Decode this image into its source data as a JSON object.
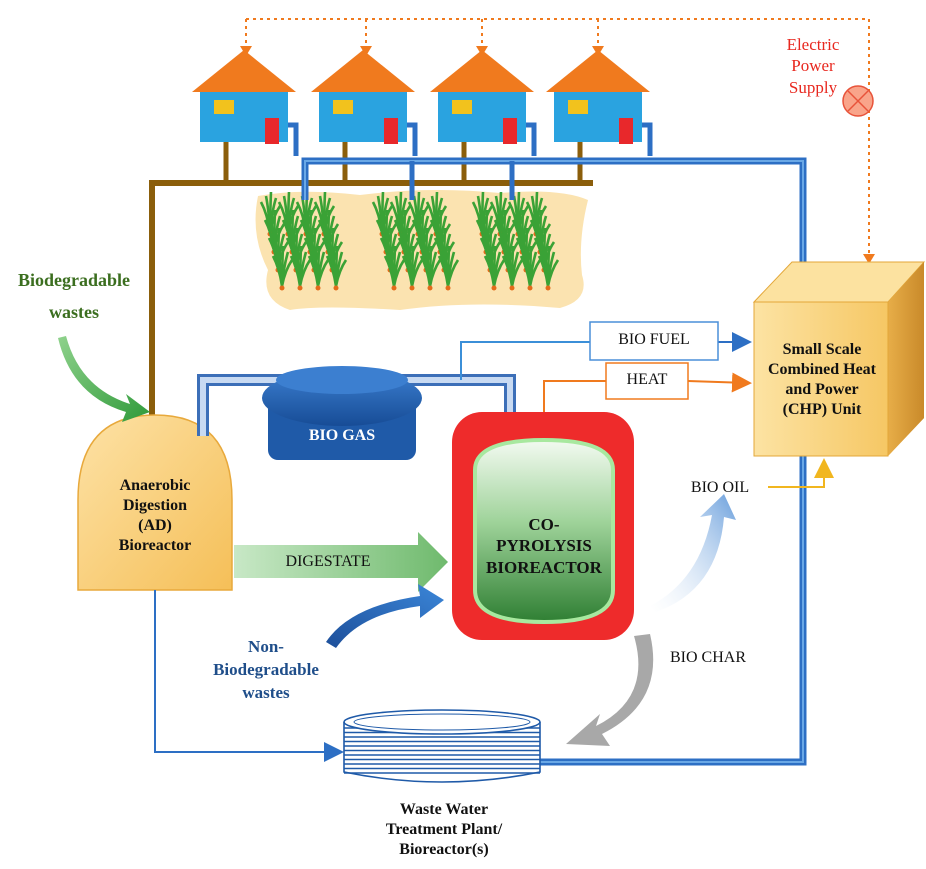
{
  "labels": {
    "electric_power_supply": [
      "Electric",
      "Power",
      "Supply"
    ],
    "biodegradable_wastes": [
      "Biodegradable",
      "wastes"
    ],
    "bio_fuel": "BIO FUEL",
    "heat": "HEAT",
    "chp_unit": [
      "Small Scale",
      "Combined Heat",
      "and Power",
      "(CHP) Unit"
    ],
    "bio_gas": "BIO GAS",
    "ad_bioreactor": [
      "Anaerobic",
      "Digestion",
      "(AD)",
      "Bioreactor"
    ],
    "bio_oil": "BIO OIL",
    "digestate": "DIGESTATE",
    "co_pyrolysis": [
      "CO-",
      "PYROLYSIS",
      "BIOREACTOR"
    ],
    "non_biodegradable_wastes": [
      "Non-",
      "Biodegradable",
      "wastes"
    ],
    "bio_char": "BIO CHAR",
    "wwtp": [
      "Waste Water",
      "Treatment Plant/",
      "Bioreactor(s)"
    ]
  },
  "colors": {
    "brown_pipe": "#8b5e0b",
    "blue_pipe": "#2d6fc4",
    "orange_roof": "#f07a1e",
    "house_blue": "#2aa3e0",
    "red_text": "#e8281f",
    "green_text": "#3b6e1f",
    "blue_text": "#1f4e8a",
    "chp_yellow": "#f9d27a",
    "ad_yellow": "#f9cf74",
    "gas_blue": "#1f5aa8",
    "reactor_red": "#ee2b2b",
    "reactor_green": "#3e8f3a",
    "digestate_green": "#8bc98b",
    "bio_char_grey": "#a8a8a8",
    "field_sand": "#fbe3b0"
  }
}
